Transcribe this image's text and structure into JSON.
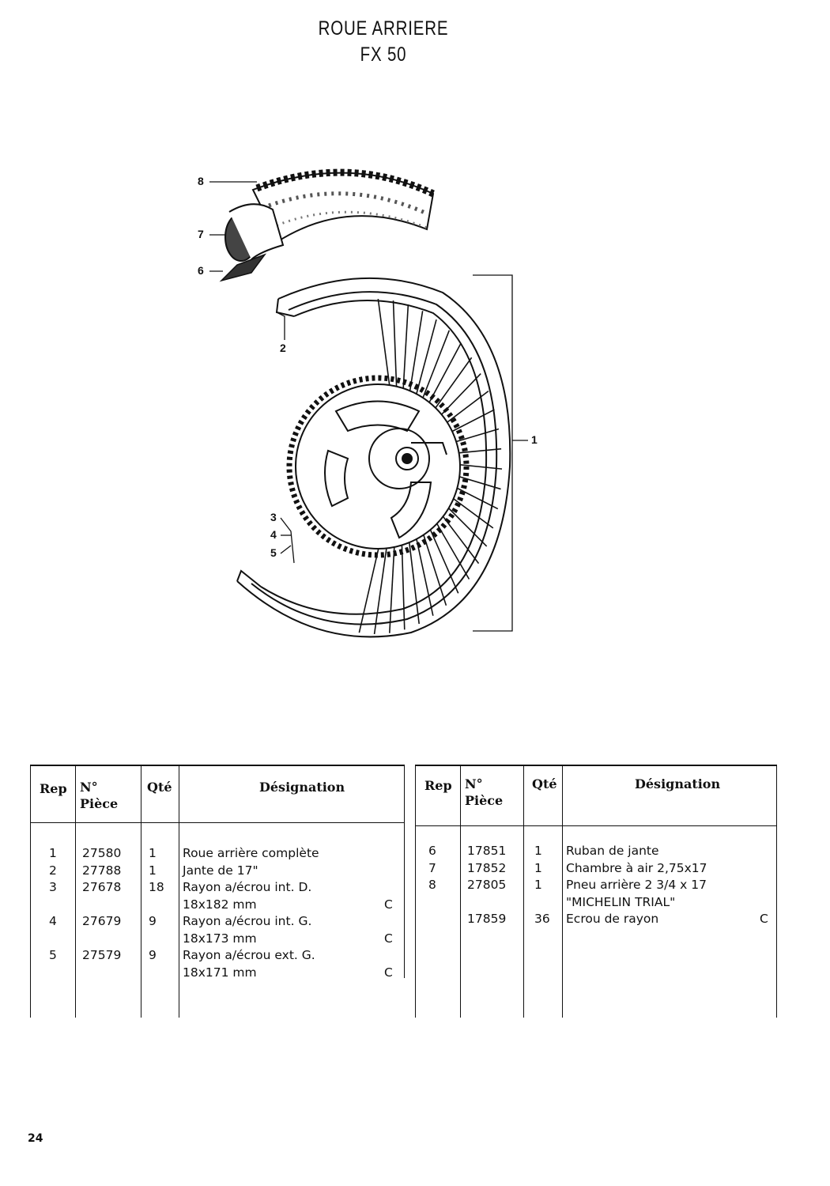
{
  "title": {
    "line1": "ROUE ARRIERE",
    "line2": "FX 50"
  },
  "callouts": [
    "1",
    "2",
    "3",
    "4",
    "5",
    "6",
    "7",
    "8"
  ],
  "table_headers": {
    "rep": "Rep",
    "no": "N°",
    "piece": "Pièce",
    "qte": "Qté",
    "designation": "Désignation"
  },
  "left_table": [
    {
      "rep": "1",
      "piece": "27580",
      "qte": "1",
      "designation": "Roue arrière complète",
      "code": ""
    },
    {
      "rep": "2",
      "piece": "27788",
      "qte": "1",
      "designation": "Jante de 17\"",
      "code": ""
    },
    {
      "rep": "3",
      "piece": "27678",
      "qte": "18",
      "designation": "Rayon a/écrou int. D.",
      "designation2": "18x182 mm",
      "code": "C"
    },
    {
      "rep": "4",
      "piece": "27679",
      "qte": "9",
      "designation": "Rayon a/écrou int. G.",
      "designation2": "18x173 mm",
      "code": "C"
    },
    {
      "rep": "5",
      "piece": "27579",
      "qte": "9",
      "designation": "Rayon a/écrou ext. G.",
      "designation2": "18x171 mm",
      "code": "C"
    }
  ],
  "right_table": [
    {
      "rep": "6",
      "piece": "17851",
      "qte": "1",
      "designation": "Ruban de jante",
      "code": ""
    },
    {
      "rep": "7",
      "piece": "17852",
      "qte": "1",
      "designation": "Chambre à air 2,75x17",
      "code": ""
    },
    {
      "rep": "8",
      "piece": "27805",
      "qte": "1",
      "designation": "Pneu arrière 2 3/4 x 17",
      "designation2": "\"MICHELIN TRIAL\"",
      "code": ""
    },
    {
      "rep": "",
      "piece": "17859",
      "qte": "36",
      "designation": "Ecrou de rayon",
      "code": "C"
    }
  ],
  "page_number": "24"
}
